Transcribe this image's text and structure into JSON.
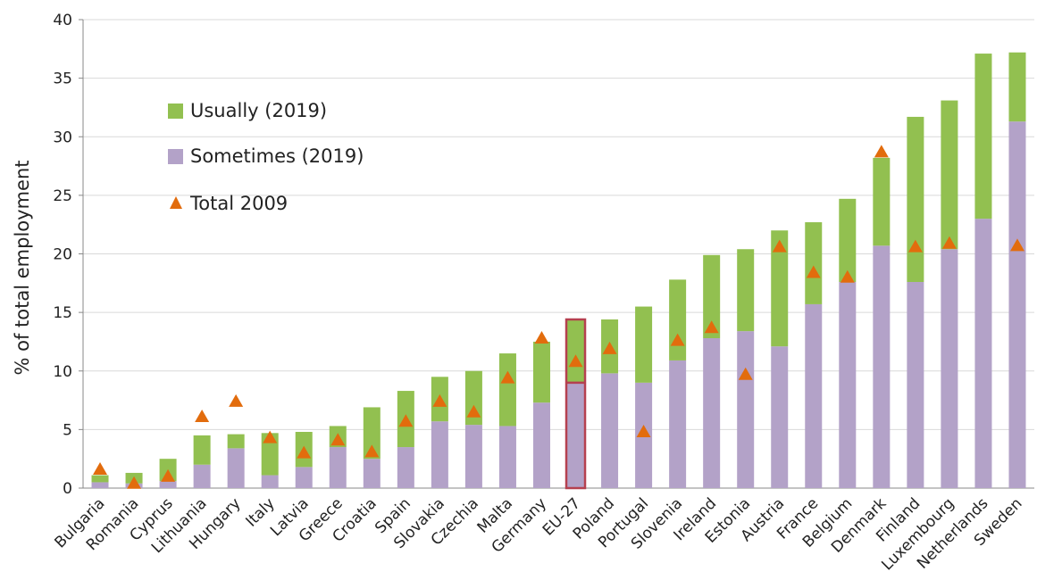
{
  "chart_data": {
    "type": "bar",
    "stacked": true,
    "ylabel": "% of total employment",
    "ylim": [
      0,
      40
    ],
    "yticks": [
      0,
      5,
      10,
      15,
      20,
      25,
      30,
      35,
      40
    ],
    "grid": true,
    "legend_position": "upper-left",
    "highlight_category": "EU-27",
    "categories": [
      "Bulgaria",
      "Romania",
      "Cyprus",
      "Lithuania",
      "Hungary",
      "Italy",
      "Latvia",
      "Greece",
      "Croatia",
      "Spain",
      "Slovakia",
      "Czechia",
      "Malta",
      "Germany",
      "EU-27",
      "Poland",
      "Portugal",
      "Slovenia",
      "Ireland",
      "Estonia",
      "Austria",
      "France",
      "Belgium",
      "Denmark",
      "Finland",
      "Luxembourg",
      "Netherlands",
      "Sweden"
    ],
    "series": [
      {
        "name": "Sometimes (2019)",
        "kind": "bar",
        "color": "#b3a2c8",
        "values": [
          0.5,
          0.4,
          0.6,
          2.0,
          3.4,
          1.1,
          1.8,
          3.5,
          2.5,
          3.5,
          5.7,
          5.4,
          5.3,
          7.3,
          9.0,
          9.8,
          9.0,
          10.9,
          12.8,
          13.4,
          12.1,
          15.7,
          17.6,
          20.7,
          17.6,
          20.4,
          23.0,
          31.3
        ]
      },
      {
        "name": "Usually (2019)",
        "kind": "bar",
        "color": "#92c050",
        "values": [
          0.6,
          0.9,
          1.9,
          2.5,
          1.2,
          3.6,
          3.0,
          1.8,
          4.4,
          4.8,
          3.8,
          4.6,
          6.2,
          5.2,
          5.4,
          4.6,
          6.5,
          6.9,
          7.1,
          7.0,
          9.9,
          7.0,
          7.1,
          7.5,
          14.1,
          12.7,
          14.1,
          5.9
        ]
      },
      {
        "name": "Total 2009",
        "kind": "marker",
        "marker": "triangle",
        "color": "#e26c0d",
        "values": [
          1.6,
          0.4,
          1.0,
          6.1,
          7.4,
          4.3,
          3.0,
          4.1,
          3.1,
          5.7,
          7.4,
          6.5,
          9.4,
          12.8,
          10.8,
          11.9,
          4.8,
          12.6,
          13.7,
          9.7,
          20.6,
          18.4,
          18.0,
          28.7,
          20.6,
          20.9,
          null,
          20.7
        ]
      }
    ]
  }
}
